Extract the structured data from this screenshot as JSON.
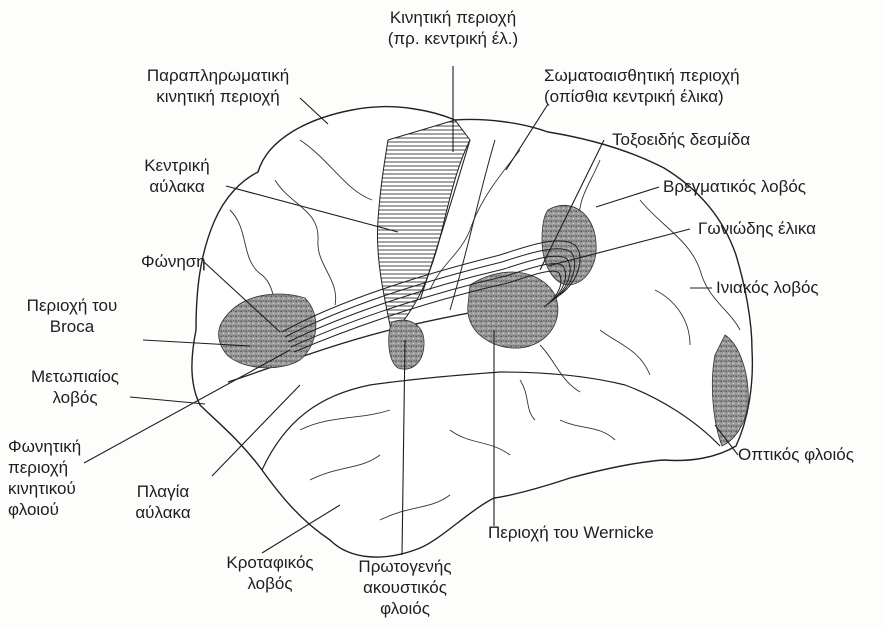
{
  "labels": {
    "motor_area": [
      "Κινητική περιοχή",
      "(πρ. κεντρική έλ.)"
    ],
    "supplementary_motor": [
      "Παραπληρωματική",
      "κινητική περιοχή"
    ],
    "somatosensory": [
      "Σωματοαισθητική περιοχή",
      "(οπίσθια κεντρική έλικα)"
    ],
    "arcuate": "Τοξοειδής δεσμίδα",
    "central_sulcus": [
      "Κεντρική",
      "αύλακα"
    ],
    "parietal": "Βρεγματικός λοβός",
    "angular": "Γωνιώδης έλικα",
    "phonation": "Φώνηση",
    "occipital": "Ινιακός λοβός",
    "broca": [
      "Περιοχή του",
      "Broca"
    ],
    "frontal": [
      "Μετωπιαίος",
      "λοβός"
    ],
    "vocal_motor": [
      "Φωνητική",
      "περιοχή",
      "κινητικού",
      "φλοιού"
    ],
    "visual": "Οπτικός φλοιός",
    "lateral_sulcus": [
      "Πλαγία",
      "αύλακα"
    ],
    "wernicke": "Περιοχή του Wernicke",
    "temporal": [
      "Κροταφικός",
      "λοβός"
    ],
    "auditory": [
      "Πρωτογενής",
      "ακουστικός",
      "φλοιός"
    ]
  },
  "colors": {
    "ink": "#1e1e1e",
    "shade": "#7a7a7a"
  }
}
